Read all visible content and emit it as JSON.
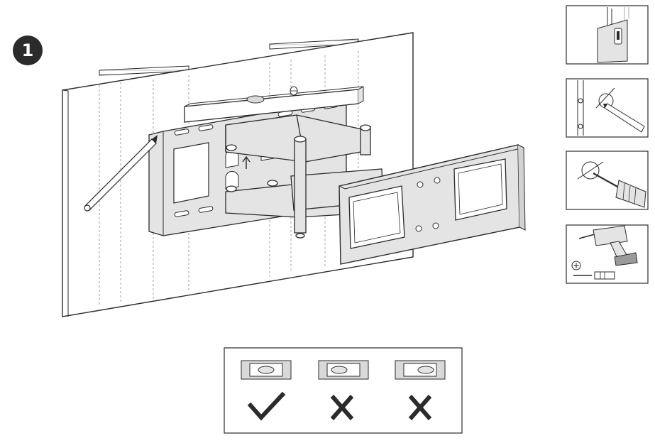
{
  "step": {
    "number": "1"
  },
  "colors": {
    "line": "#2b2b2b",
    "bracket": "#e4e4e4",
    "wall": "#ffffff",
    "stud": "#f1f1f1",
    "bubble_vial": "#d9d9d9"
  },
  "panels": [
    {
      "id": "stud-finder",
      "icon": "stud-finder-icon"
    },
    {
      "id": "mark-holes",
      "icon": "pencil-icon"
    },
    {
      "id": "drill-holes",
      "icon": "drill-bit-icon"
    },
    {
      "id": "drive-screws",
      "icon": "power-drill-icon"
    }
  ],
  "level_check": [
    {
      "state": "level",
      "mark": "check-icon"
    },
    {
      "state": "tilted-left",
      "mark": "cross-icon"
    },
    {
      "state": "tilted-right",
      "mark": "cross-icon"
    }
  ]
}
